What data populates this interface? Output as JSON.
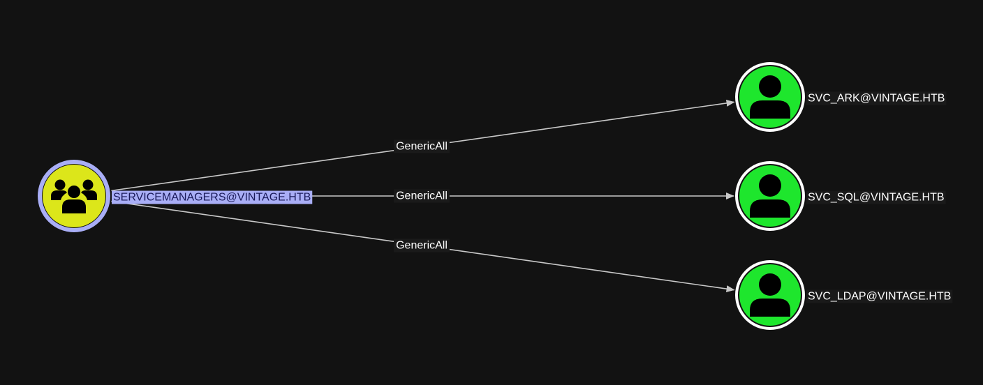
{
  "colors": {
    "background": "#121212",
    "edge": "#c8c8c8",
    "group_node_fill": "#dce61a",
    "user_node_fill": "#1ee62d",
    "selected_ring": "#a9aef6",
    "node_ring": "#ffffff",
    "selected_label_bg": "#a9aef6",
    "label_bg": "#1a1a1a"
  },
  "nodes": [
    {
      "id": "sm",
      "kind": "group",
      "label": "SERVICEMANAGERS@VINTAGE.HTB",
      "icon": "group-icon",
      "selected": true
    },
    {
      "id": "ark",
      "kind": "user",
      "label": "SVC_ARK@VINTAGE.HTB",
      "icon": "user-icon",
      "selected": false
    },
    {
      "id": "sql",
      "kind": "user",
      "label": "SVC_SQL@VINTAGE.HTB",
      "icon": "user-icon",
      "selected": false
    },
    {
      "id": "ldap",
      "kind": "user",
      "label": "SVC_LDAP@VINTAGE.HTB",
      "icon": "user-icon",
      "selected": false
    }
  ],
  "edges": [
    {
      "from": "sm",
      "to": "ark",
      "label": "GenericAll"
    },
    {
      "from": "sm",
      "to": "sql",
      "label": "GenericAll"
    },
    {
      "from": "sm",
      "to": "ldap",
      "label": "GenericAll"
    }
  ]
}
